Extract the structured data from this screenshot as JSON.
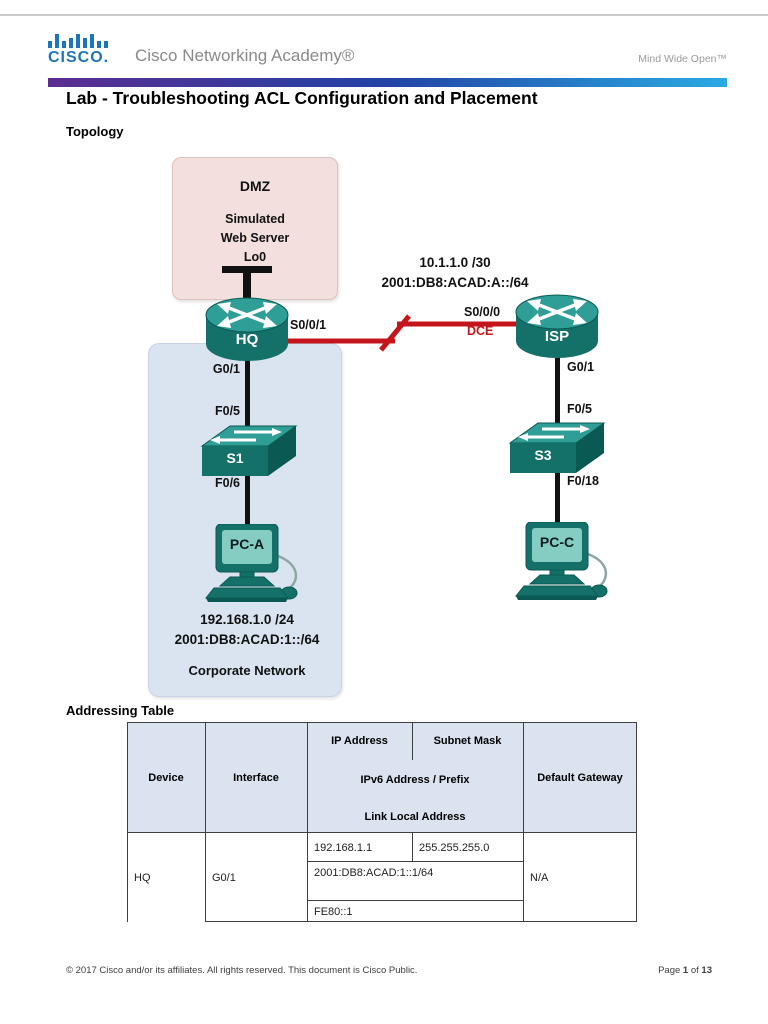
{
  "header": {
    "logo_text": "CISCO.",
    "brand": "Cisco Networking Academy®",
    "tagline": "Mind Wide Open™",
    "title": "Lab - Troubleshooting ACL Configuration and Placement"
  },
  "topology": {
    "section_label": "Topology",
    "dmz": {
      "title": "DMZ",
      "lines": [
        "Simulated",
        "Web Server",
        "Lo0"
      ]
    },
    "wan_ipv4": "10.1.1.0 /30",
    "wan_ipv6": "2001:DB8:ACAD:A::/64",
    "lan_ipv4": "192.168.1.0 /24",
    "lan_ipv6": "2001:DB8:ACAD:1::/64",
    "corporate_label": "Corporate Network",
    "devices": {
      "hq": "HQ",
      "isp": "ISP",
      "s1": "S1",
      "s3": "S3",
      "pc_a": "PC-A",
      "pc_c": "PC-C"
    },
    "interfaces": {
      "hq_serial": "S0/0/1",
      "isp_serial": "S0/0/0",
      "dce": "DCE",
      "hq_gig": "G0/1",
      "isp_gig": "G0/1",
      "s1_up": "F0/5",
      "s1_down": "F0/6",
      "s3_up": "F0/5",
      "s3_down": "F0/18"
    }
  },
  "addressing_table": {
    "section_label": "Addressing Table",
    "col_device": "Device",
    "col_interface": "Interface",
    "col_ip": "IP Address",
    "col_mask": "Subnet Mask",
    "col_ipv6": "IPv6 Address / Prefix",
    "col_link": "Link Local Address",
    "col_gw": "Default Gateway",
    "rows": [
      {
        "device": "HQ",
        "interface": "G0/1",
        "ip": "192.168.1.1",
        "mask": "255.255.255.0",
        "ipv6": "2001:DB8:ACAD:1::1/64",
        "link_local": "FE80::1",
        "gateway": "N/A"
      }
    ]
  },
  "footer": {
    "copyright": "© 2017 Cisco and/or its affiliates. All rights reserved. This document is Cisco Public.",
    "page_label": "Page ",
    "page_number": "1",
    "of_label": " of ",
    "page_count": "13"
  },
  "colors": {
    "cisco_blue": "#1C75BC",
    "brand_gray": "#8A8A8A",
    "grad_left": "#5C2D91",
    "grad_mid": "#2243A5",
    "grad_right": "#29ABE2",
    "teal_top": "#2E9E96",
    "teal_body": "#147169",
    "teal_dark": "#0B5953",
    "pc_screen": "#85CDC3",
    "dmz_bg": "#F2DFDE",
    "corp_bg": "#DAE4F0",
    "serial_red": "#C4151C",
    "link_black": "#111111",
    "table_header_bg": "#DBE3F1",
    "table_border": "#3F3F3F"
  }
}
